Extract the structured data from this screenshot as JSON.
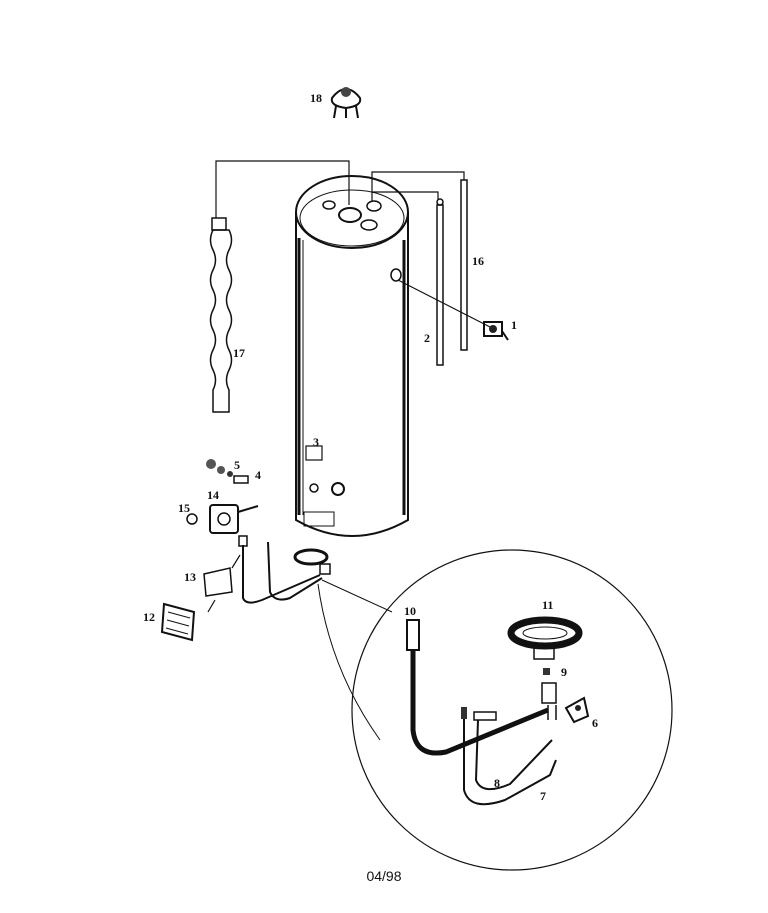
{
  "labels": {
    "p1": "1",
    "p2": "2",
    "p3": "3",
    "p4": "4",
    "p5": "5",
    "p6": "6",
    "p7": "7",
    "p8": "8",
    "p9": "9",
    "p10": "10",
    "p11": "11",
    "p12": "12",
    "p13": "13",
    "p14": "14",
    "p15": "15",
    "p16": "16",
    "p17": "17",
    "p18": "18"
  },
  "footer": {
    "code": "04/98"
  }
}
